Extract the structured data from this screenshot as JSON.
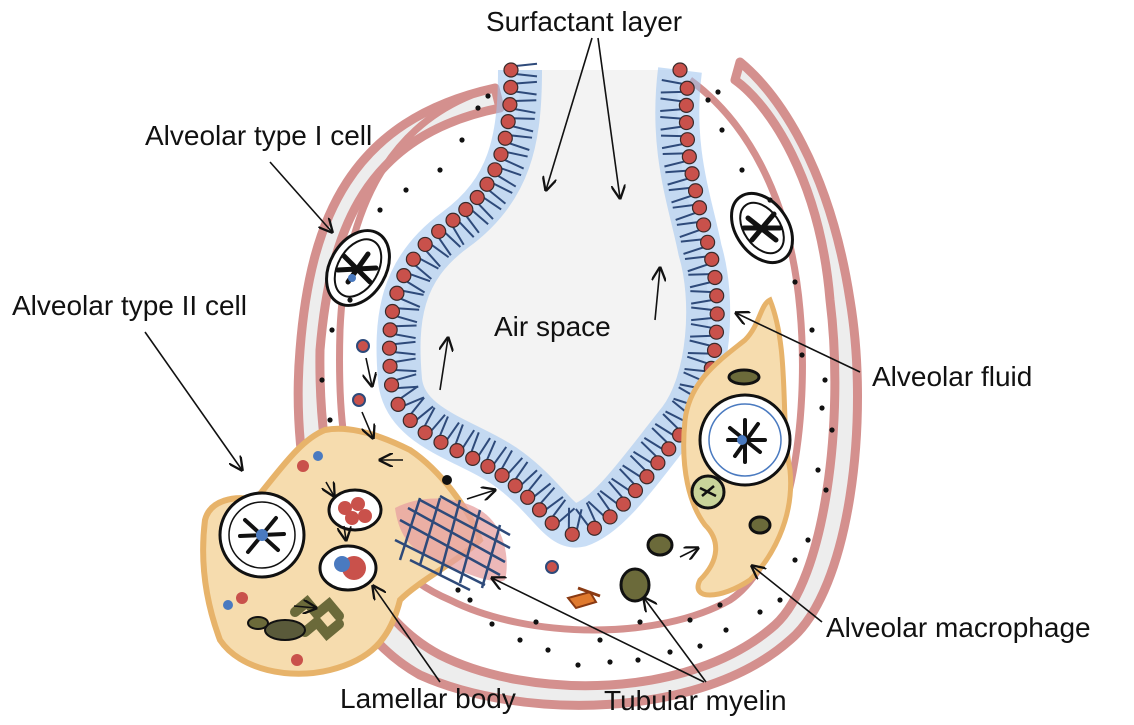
{
  "labels": {
    "surfactant_layer": "Surfactant layer",
    "type1_cell": "Alveolar type I cell",
    "type2_cell": "Alveolar type II cell",
    "air_space": "Air space",
    "alveolar_fluid": "Alveolar fluid",
    "alveolar_macrophage": "Alveolar macrophage",
    "lamellar_body": "Lamellar body",
    "tubular_myelin": "Tubular myelin"
  },
  "colors": {
    "membrane": "#d4908e",
    "fluid": "#ededed",
    "phospholipid_head": "#c9514b",
    "phospholipid_tail": "#2e4a7a",
    "surfactant_glow": "#9cc2ee",
    "cell_fill": "#f6dcae",
    "cell_edge": "#e7b36a",
    "nucleus_center": "#4a7ac0",
    "granule": "#6b6a3a"
  }
}
